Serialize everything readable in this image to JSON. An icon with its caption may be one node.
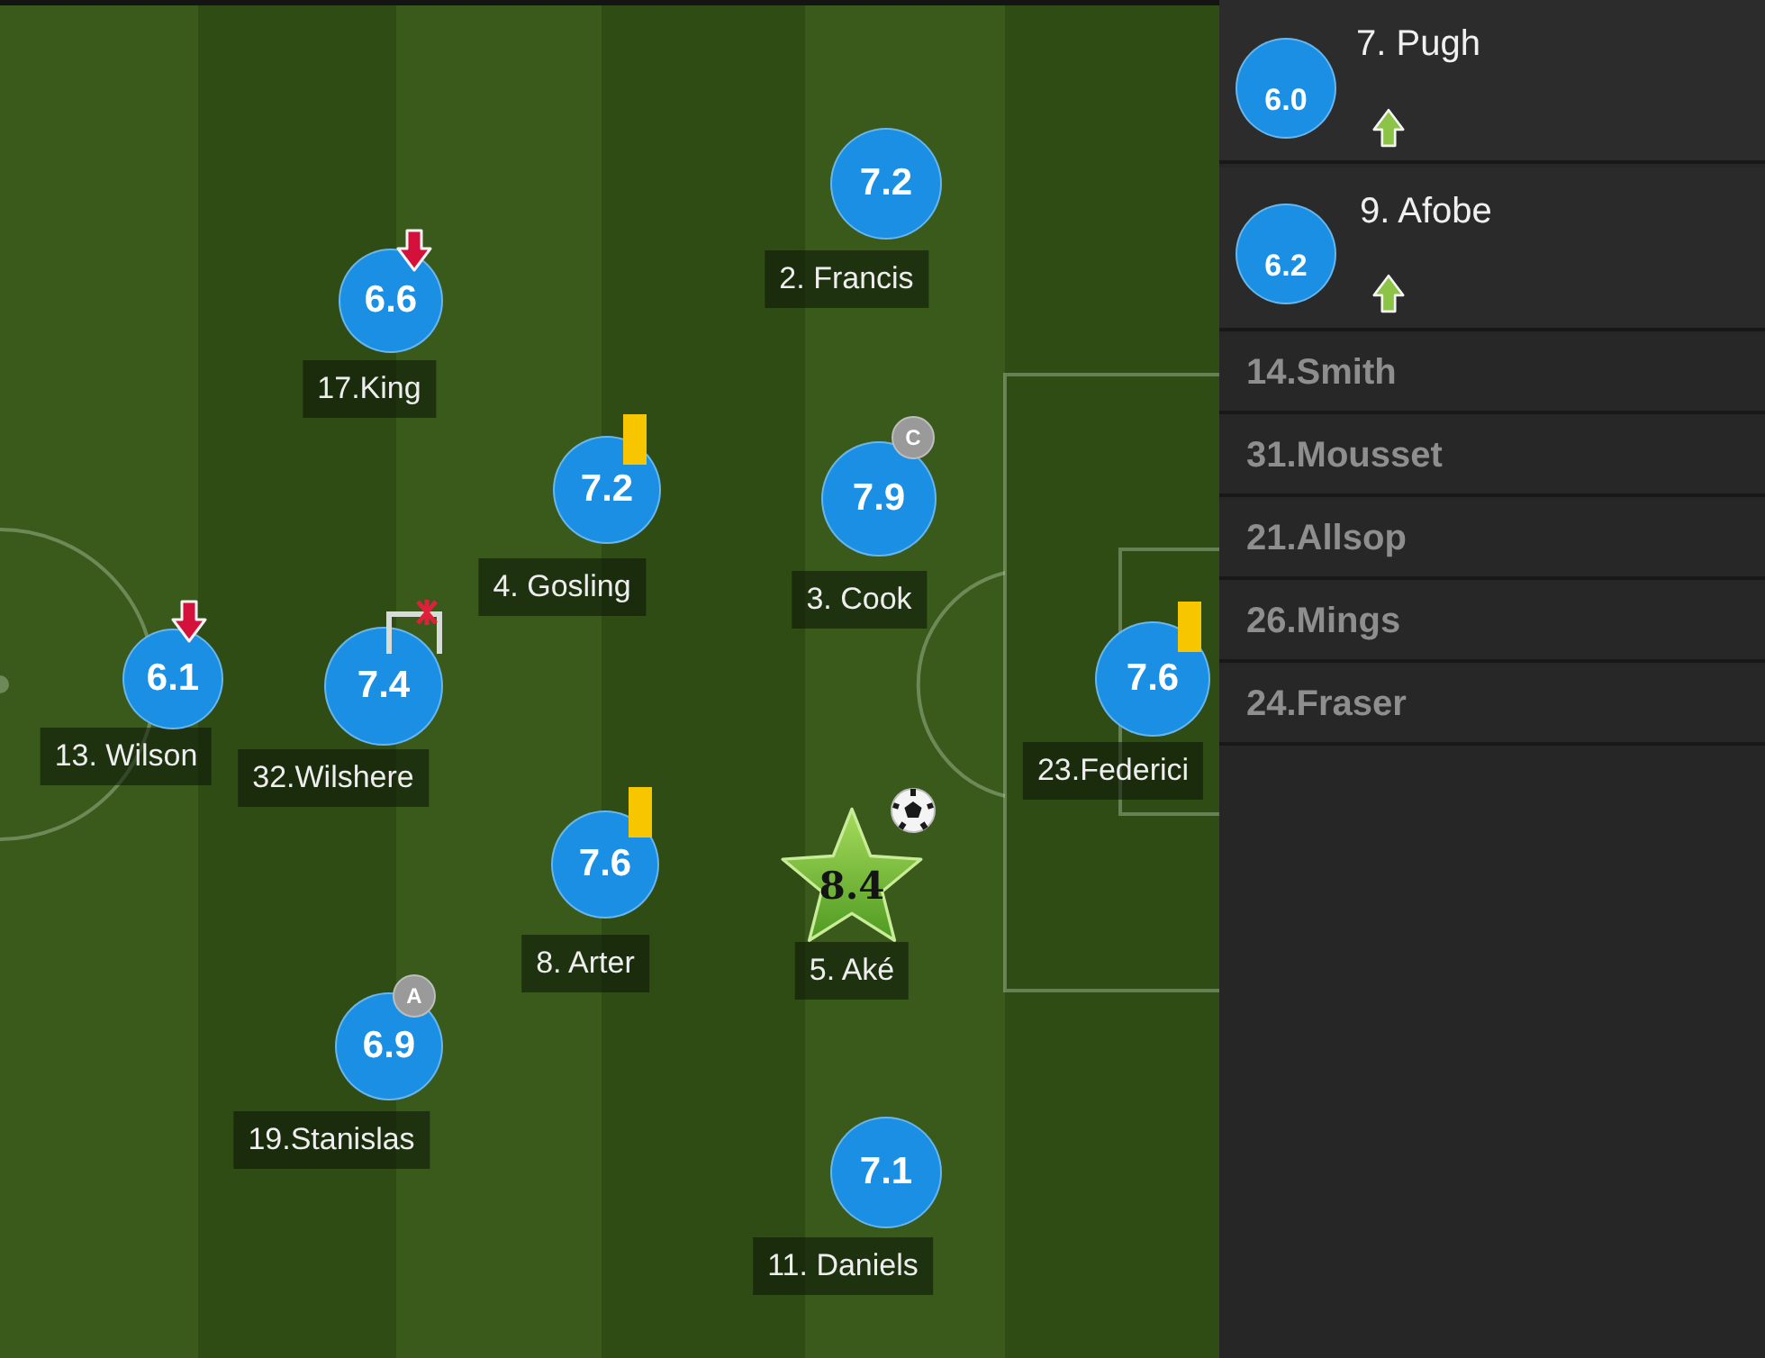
{
  "diagram": {
    "nodes": [
      {
        "text": [
          "7.2"
        ],
        "beside": [
          "2. Francis"
        ]
      },
      {
        "text": [
          "6.6"
        ],
        "beside": [
          "17.King"
        ]
      },
      {
        "text": [
          "7.2"
        ],
        "beside": [
          "4. Gosling"
        ]
      },
      {
        "text": [
          "7.9"
        ],
        "beside": [
          "3. Cook"
        ]
      },
      {
        "text": [
          "6.1"
        ],
        "beside": [
          "13. Wilson"
        ]
      },
      {
        "text": [
          "7.4"
        ],
        "beside": [
          "32.Wilshere"
        ]
      },
      {
        "text": [
          "7.6"
        ],
        "beside": [
          "23.Federici"
        ]
      },
      {
        "text": [
          "7.6"
        ],
        "beside": [
          "8. Arter"
        ]
      },
      {
        "text": [
          "8.4"
        ],
        "beside": [
          "5. Aké"
        ]
      },
      {
        "text": [
          "6.9"
        ],
        "beside": [
          "19.Stanislas"
        ]
      },
      {
        "text": [
          "7.1"
        ],
        "beside": [
          "11. Daniels"
        ]
      },
      {
        "text": [
          "6.0"
        ],
        "beside": [
          "7. Pugh"
        ]
      },
      {
        "text": [
          "6.2"
        ],
        "beside": [
          "9. Afobe"
        ]
      },
      {
        "text": [
          "14.Smith"
        ]
      },
      {
        "text": [
          "31.Mousset"
        ]
      },
      {
        "text": [
          "21.Allsop"
        ]
      },
      {
        "text": [
          "26.Mings"
        ]
      },
      {
        "text": [
          "24.Fraser"
        ]
      }
    ],
    "labels": [
      "C",
      "A"
    ]
  }
}
